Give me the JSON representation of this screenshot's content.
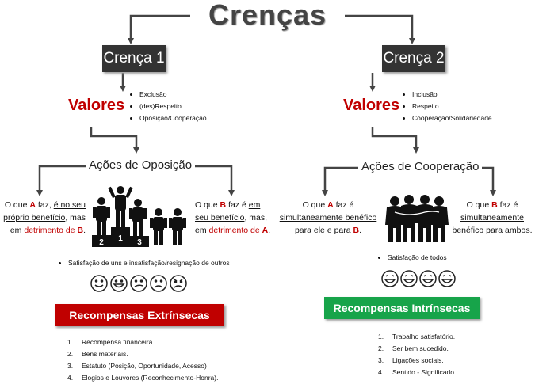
{
  "title": "Crenças",
  "left": {
    "belief": "Crença 1",
    "values_label": "Valores",
    "values": [
      "Exclusão",
      "(des)Respeito",
      "Oposição/Cooperação"
    ],
    "actions": "Ações de Oposição",
    "a_text": {
      "p1": "O que ",
      "letter": "A",
      "p2": " faz, ",
      "u1": "é no seu próprio benefício",
      "p3": ", mas em ",
      "r1": "detrimento de ",
      "r2": "B",
      "p4": "."
    },
    "b_text": {
      "p1": "O que ",
      "letter": "B",
      "p2": " faz é ",
      "u1": "em seu benefício",
      "p3": ", mas, em ",
      "r1": "detrimento de ",
      "r2": "A",
      "p4": "."
    },
    "podium_numbers": [
      "2",
      "1",
      "3"
    ],
    "satisfaction": "Satisfação de uns e insatisfação/resignação de outros",
    "reward": "Recompensas Extrínsecas",
    "reward_color": "#c00000",
    "reward_items": [
      {
        "num": "1.",
        "text": "Recompensa financeira."
      },
      {
        "num": "2.",
        "text": "Bens materiais."
      },
      {
        "num": "3.",
        "text": "Estatuto (Posição, Oportunidade, Acesso)"
      },
      {
        "num": "4.",
        "text": "Elogios e Louvores (Reconhecimento-Honra)."
      }
    ]
  },
  "right": {
    "belief": "Crença 2",
    "values_label": "Valores",
    "values": [
      "Inclusão",
      "Respeito",
      "Cooperação/Solidariedade"
    ],
    "actions": "Ações de Cooperação",
    "a_text": {
      "p1": "O que ",
      "letter": "A",
      "p2": " faz é ",
      "u1": "simultaneamente benéfico",
      "p3": " para ele e para ",
      "r2": "B",
      "p4": "."
    },
    "b_text": {
      "p1": "O que ",
      "letter": "B",
      "p2": " faz é ",
      "u1": "simultaneamente benéfico",
      "p3": " para ambos."
    },
    "satisfaction": "Satisfação de todos",
    "reward": "Recompensas Intrínsecas",
    "reward_color": "#17a44a",
    "reward_items": [
      {
        "num": "1.",
        "text": "Trabalho satisfatório."
      },
      {
        "num": "2.",
        "text": "Ser bem sucedido."
      },
      {
        "num": "3.",
        "text": "Ligações sociais."
      },
      {
        "num": "4.",
        "text": "Sentido - Significado"
      }
    ]
  }
}
